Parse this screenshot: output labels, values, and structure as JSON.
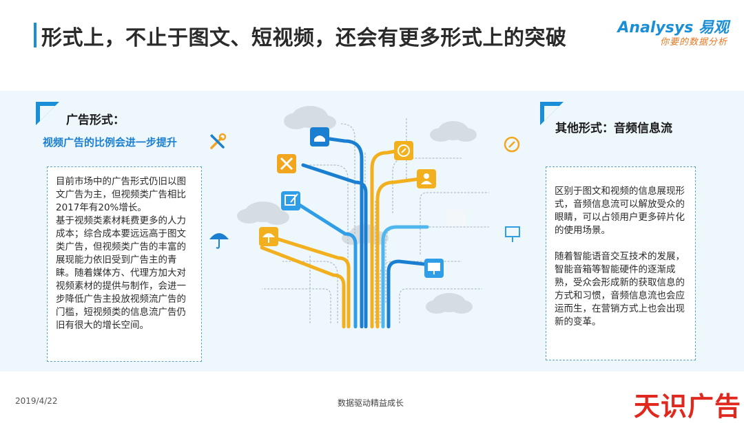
{
  "title": "形式上，不止于图文、短视频，还会有更多形式上的突破",
  "logo": {
    "main": "Analysys 易观",
    "sub": "你要的数据分析"
  },
  "left_section": {
    "heading": "广告形式：",
    "subheading": "视频广告的比例会进一步提升",
    "icon": "tools-icon",
    "paragraphs": [
      "目前市场中的广告形式仍旧以图文广告为主，但视频类广告相比2017年有20%增长。",
      "基于视频类素材耗费更多的人力成本；综合成本要远远高于图文类广告，但视频类广告的丰富的展现能力依旧受到广告主的青睐。随着媒体方、代理方加大对视频素材的提供与制作，会进一步降低广告主投放视频流广告的门槛，短视频类的信息流广告仍旧有很大的增长空间。"
    ]
  },
  "right_section": {
    "heading": "其他形式：音频信息流",
    "icon": "compass-icon",
    "paragraphs": [
      "区别于图文和视频的信息展现形式，音频信息流可以解放受众的眼睛，可以占领用户更多碎片化的使用场景。",
      "随着智能语音交互技术的发展，智能音箱等智能硬件的逐渐成熟，受众会形成新的获取信息的方式和习惯，音频信息流也会应运而生，在营销方式上也会出现新的变革。"
    ]
  },
  "illustration": {
    "icons": [
      "phone-icon",
      "tools-icon",
      "edit-icon",
      "umbrella-icon",
      "compass-icon",
      "users-icon",
      "presentation-icon"
    ],
    "colors": {
      "blue": "#1a7fd0",
      "yellow": "#f2b01e",
      "light_blue": "#4db7ee",
      "cloud": "#d6dde2"
    }
  },
  "watermark": "Analysys 易观 你要的数据分析",
  "footer": {
    "date": "2019/4/22",
    "center": "数据驱动精益成长",
    "brand": "天识广告"
  }
}
